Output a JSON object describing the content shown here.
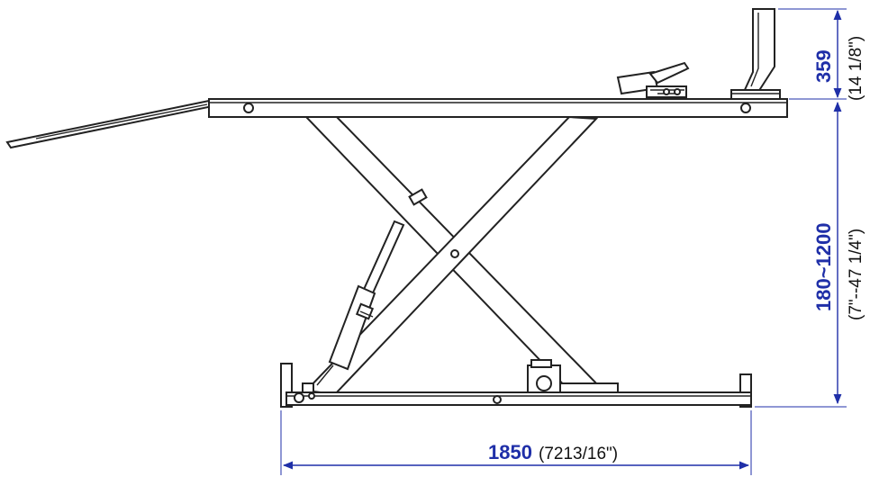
{
  "dimensions": {
    "top_height": {
      "value": "359",
      "imperial": "(14 1/8\")"
    },
    "lift_range": {
      "value": "180~1200",
      "imperial": "(7\"--47 1/4\")"
    },
    "length": {
      "value": "1850",
      "imperial": "(7213/16\")"
    }
  },
  "colors": {
    "dimension": "#1f2fa8",
    "outline": "#222222"
  }
}
